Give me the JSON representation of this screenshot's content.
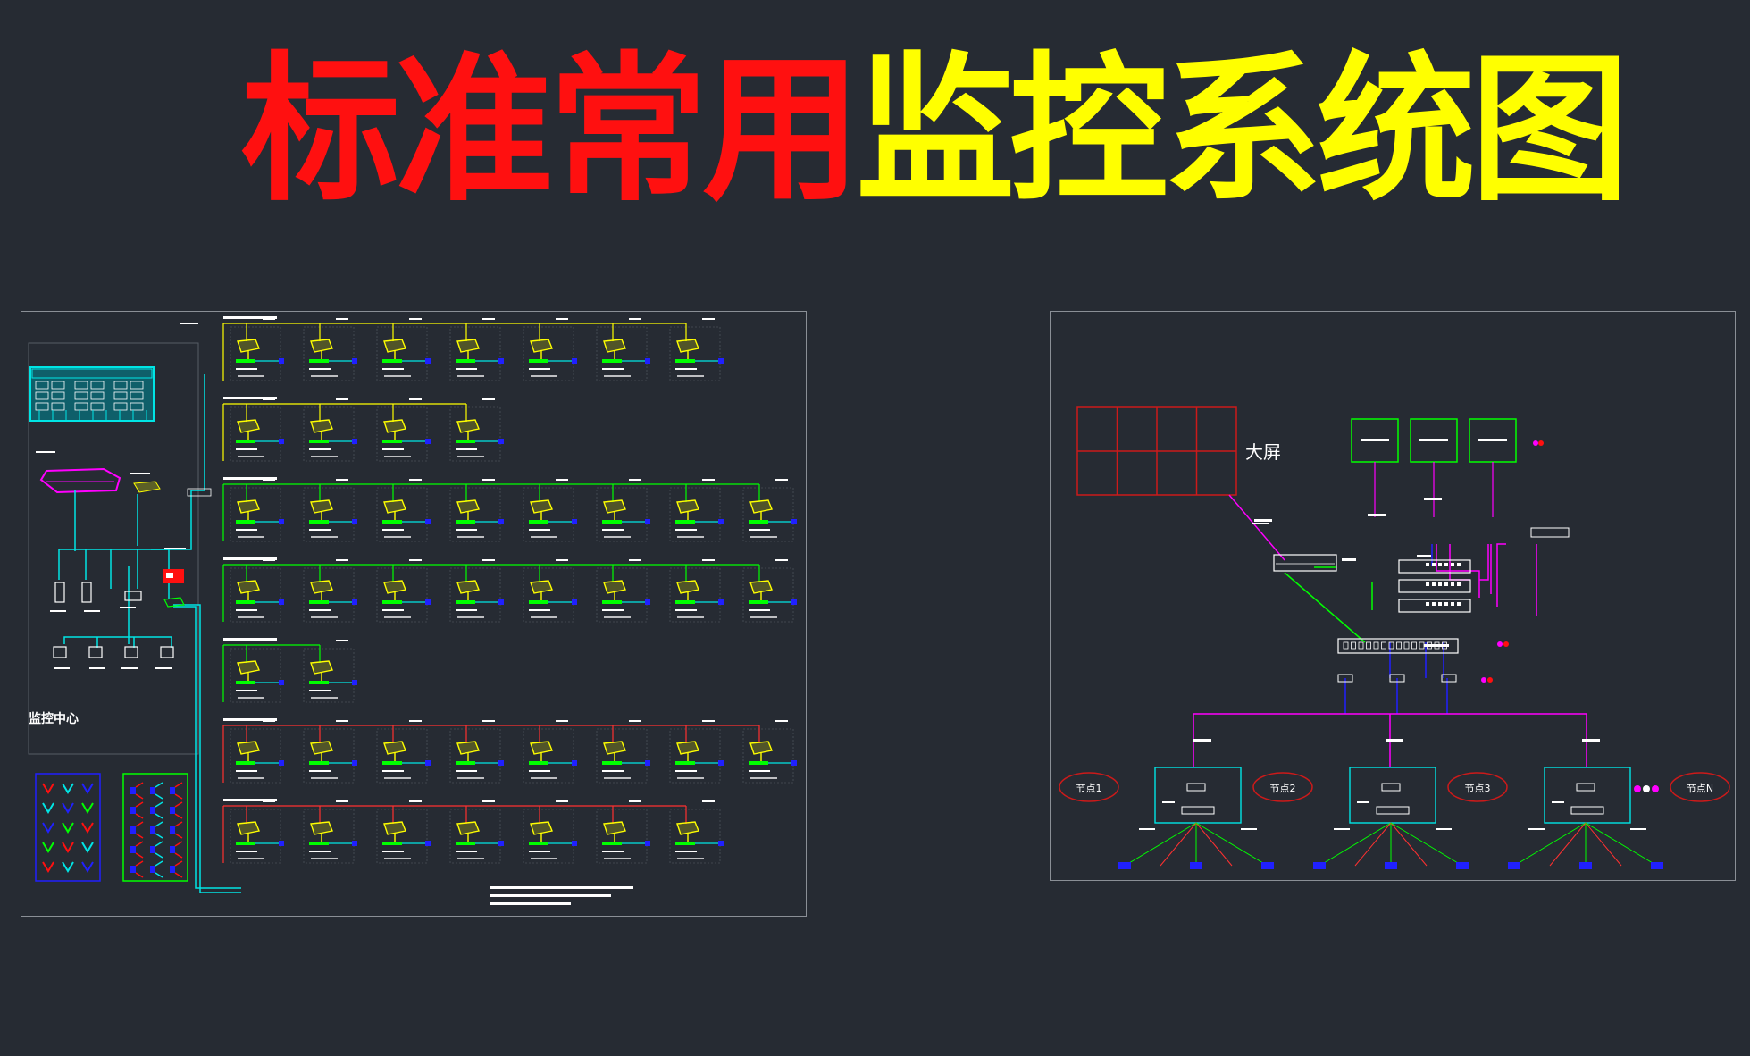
{
  "title": {
    "part_red": "标准常用",
    "part_yellow": "监控系统图"
  },
  "left_diagram": {
    "monitor_center_label": "监控中心",
    "floor_rows": [
      {
        "cameras": 7,
        "line_color": "#ffff00"
      },
      {
        "cameras": 4,
        "line_color": "#ffff00"
      },
      {
        "cameras": 8,
        "line_color": "#00ff00"
      },
      {
        "cameras": 8,
        "line_color": "#00ff00"
      },
      {
        "cameras": 2,
        "line_color": "#00ff00"
      },
      {
        "cameras": 8,
        "line_color": "#ff3030"
      },
      {
        "cameras": 7,
        "line_color": "#ff3030"
      }
    ]
  },
  "right_diagram": {
    "big_screen_label": "大屏",
    "decoders": 3,
    "nodes": [
      {
        "label": "节点1"
      },
      {
        "label": "节点2"
      },
      {
        "label": "节点3"
      }
    ],
    "node_n_label": "节点N"
  },
  "colors": {
    "background": "#262b33",
    "panel_border": "#8a8f96",
    "camera": "#ffff00",
    "camera_base": "#00ff00",
    "cyan": "#00e5e5",
    "magenta": "#ff00ff",
    "blue": "#2020ff"
  }
}
